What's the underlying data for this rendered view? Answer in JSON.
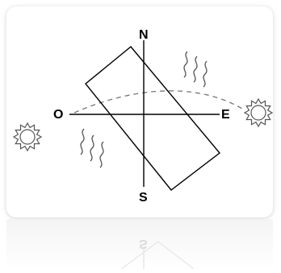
{
  "diagram": {
    "compass": {
      "north": "N",
      "south": "S",
      "east": "E",
      "west": "O"
    },
    "reflection_label": "S",
    "icons": [
      "sun-icon",
      "sun-icon",
      "heat-wave-icon",
      "heat-wave-icon"
    ],
    "colors": {
      "line": "#000000",
      "path": "#777777",
      "reflection": "#cfcfcf"
    }
  }
}
